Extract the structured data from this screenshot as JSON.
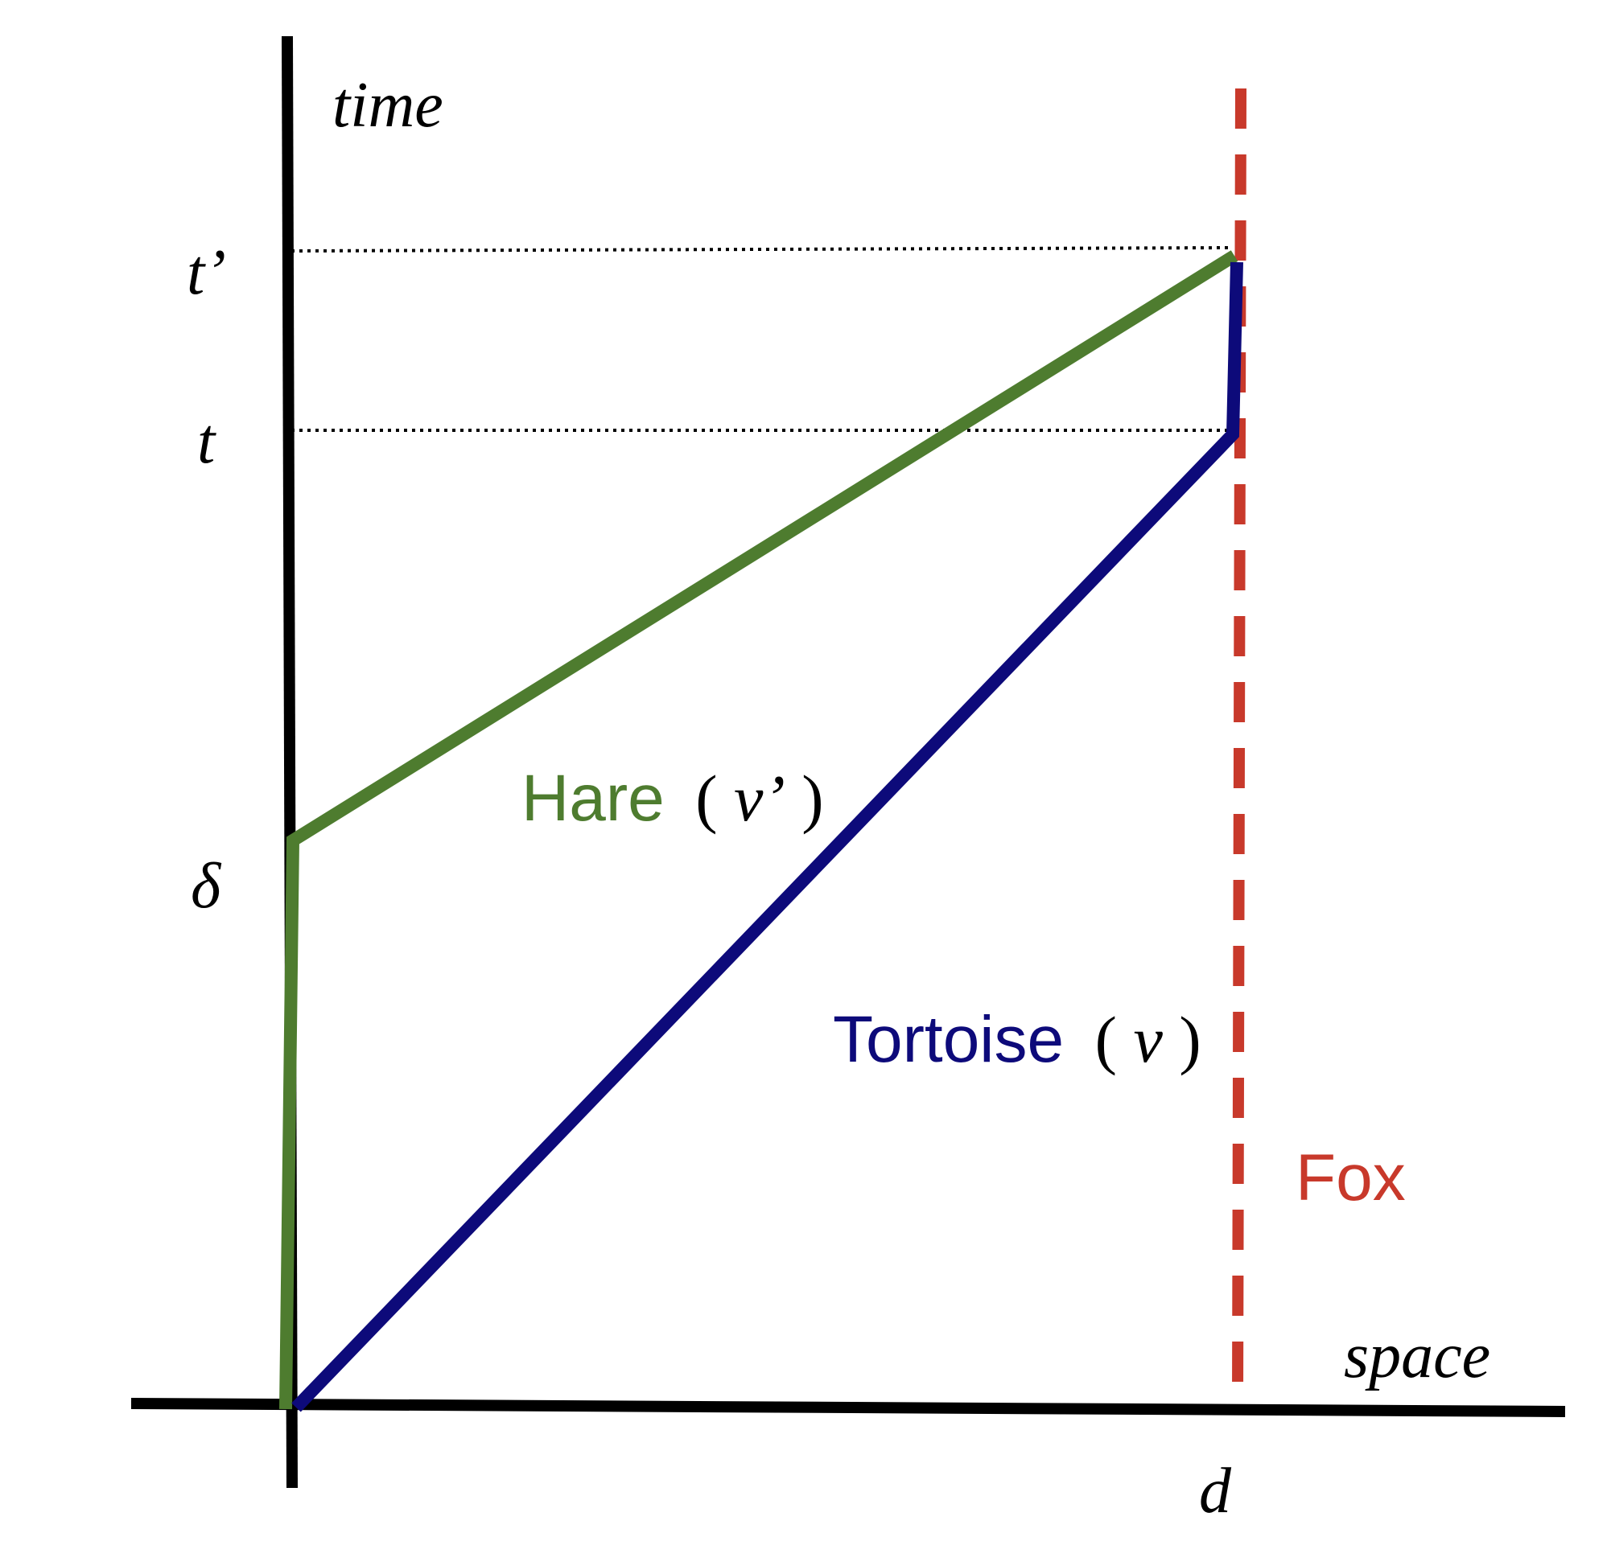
{
  "axes": {
    "y_label": "time",
    "x_label": "space",
    "y_ticks": {
      "t_prime": "t’",
      "t": "t",
      "delta": "δ"
    },
    "x_ticks": {
      "d": "d"
    }
  },
  "series": {
    "hare": {
      "name": "Hare",
      "speed_open": "(",
      "speed": "v’",
      "speed_close": ")",
      "color": "#4e7c2f"
    },
    "tortoise": {
      "name": "Tortoise",
      "speed_open": "(",
      "speed": "v",
      "speed_close": ")",
      "color": "#0d0a7a"
    },
    "fox": {
      "name": "Fox",
      "color": "#c8392b"
    }
  },
  "colors": {
    "axis": "#000000",
    "guide": "#000000",
    "background": "#ffffff"
  }
}
